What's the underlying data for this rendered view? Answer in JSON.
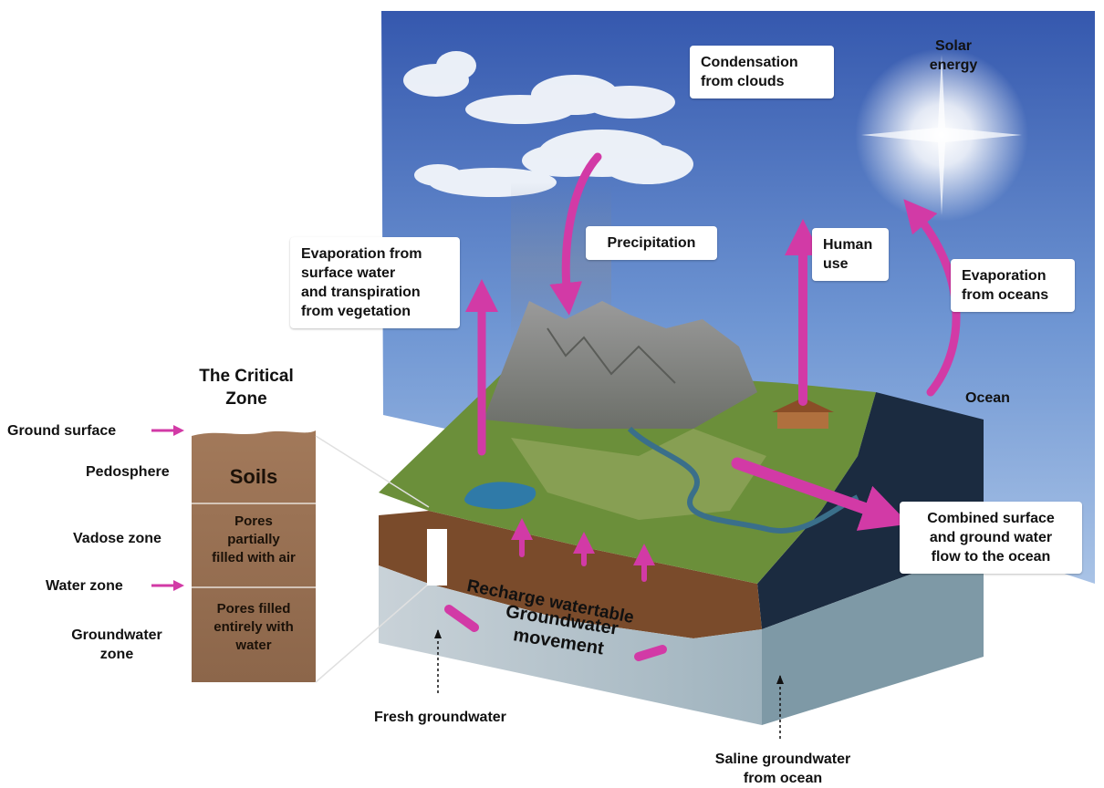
{
  "critical_zone": {
    "title": "The Critical\nZone",
    "left_labels": {
      "ground_surface": "Ground surface",
      "pedosphere": "Pedosphere",
      "vadose_zone": "Vadose zone",
      "water_zone": "Water zone",
      "groundwater_zone": "Groundwater\nzone"
    },
    "column_layers": {
      "soils": "Soils",
      "pores_partial": "Pores\npartially\nfilled with air",
      "pores_filled": "Pores filled\nentirely with\nwater"
    }
  },
  "cycle_labels": {
    "condensation": "Condensation\nfrom clouds",
    "solar_energy": "Solar\nenergy",
    "evaporation_surface": "Evaporation from\nsurface water\nand transpiration\nfrom vegetation",
    "precipitation": "Precipitation",
    "human_use": "Human\nuse",
    "evaporation_oceans": "Evaporation\nfrom oceans",
    "ocean": "Ocean",
    "combined_flow": "Combined surface\nand ground water\nflow to the ocean",
    "recharge": "Recharge watertable",
    "groundwater_movement": "Groundwater\nmovement",
    "fresh_groundwater": "Fresh groundwater",
    "saline_groundwater": "Saline groundwater\nfrom ocean"
  },
  "colors": {
    "arrow": "#d23aa6",
    "sky_top": "#3d5fb3",
    "sky_bottom": "#b7cde9",
    "ocean": "#1a2a3e",
    "soil": "#7a4a2a",
    "vegetation": "#6a8a3a"
  }
}
